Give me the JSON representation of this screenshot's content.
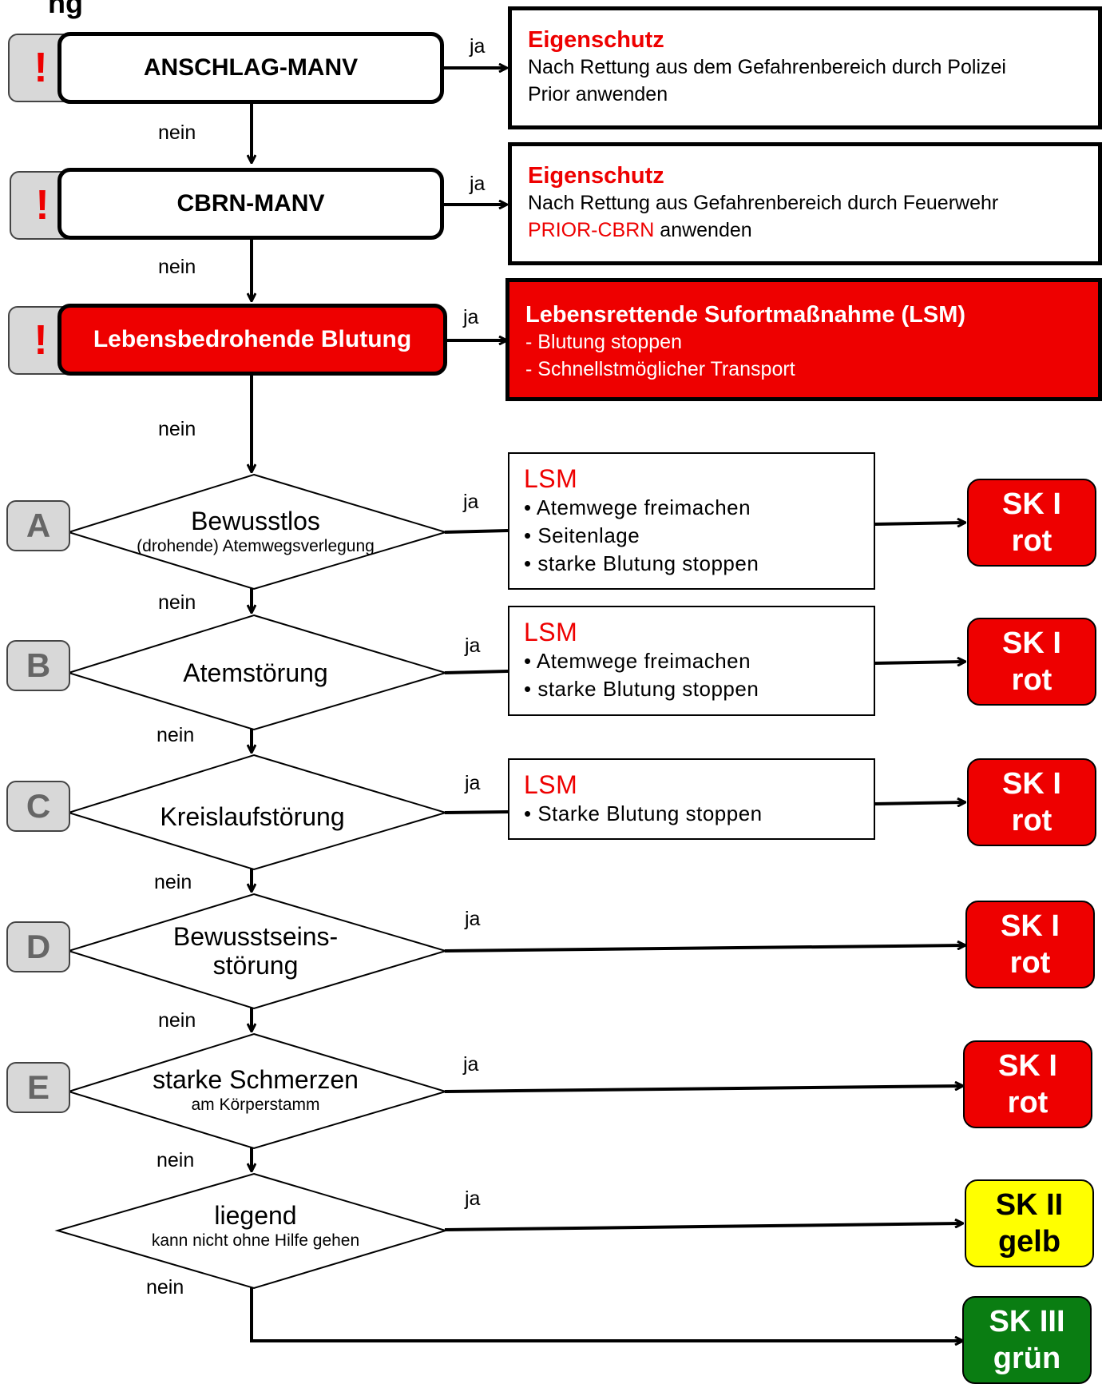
{
  "title": "ng",
  "hazards": [
    {
      "badge": "!",
      "label": "ANSCHLAG-MANV",
      "yes": "ja",
      "no": "nein",
      "info": {
        "title": "Eigenschutz",
        "line1": "Nach Rettung aus dem Gefahrenbereich durch Polizei",
        "line2": "Prior anwenden"
      }
    },
    {
      "badge": "!",
      "label": "CBRN-MANV",
      "yes": "ja",
      "no": "nein",
      "info": {
        "title": "Eigenschutz",
        "line1": "Nach Rettung aus Gefahrenbereich durch Feuerwehr",
        "line2_red": "PRIOR-CBRN",
        "line2_rest": " anwenden"
      }
    },
    {
      "badge": "!",
      "label": "Lebensbedrohende Blutung",
      "yes": "ja",
      "no": "nein",
      "info": {
        "title": "Lebensrettende Sufortmaßnahme (LSM)",
        "line1": "- Blutung stoppen",
        "line2": "- Schnellstmöglicher Transport"
      }
    }
  ],
  "steps": [
    {
      "letter": "A",
      "question": "Bewusstlos",
      "sub": "(drohende) Atemwegsverlegung",
      "yes": "ja",
      "no": "nein",
      "measures": {
        "title": "LSM",
        "items": [
          "• Atemwege freimachen",
          "• Seitenlage",
          "• starke Blutung stoppen"
        ]
      },
      "result": {
        "line1": "SK I",
        "line2": "rot"
      }
    },
    {
      "letter": "B",
      "question": "Atemstörung",
      "yes": "ja",
      "no": "nein",
      "measures": {
        "title": "LSM",
        "items": [
          "• Atemwege freimachen",
          "• starke Blutung stoppen"
        ]
      },
      "result": {
        "line1": "SK I",
        "line2": "rot"
      }
    },
    {
      "letter": "C",
      "question": "Kreislaufstörung",
      "yes": "ja",
      "no": "nein",
      "measures": {
        "title": "LSM",
        "items": [
          "• Starke Blutung stoppen"
        ]
      },
      "result": {
        "line1": "SK I",
        "line2": "rot"
      }
    },
    {
      "letter": "D",
      "question_line1": "Bewusstseins-",
      "question_line2": "störung",
      "yes": "ja",
      "no": "nein",
      "result": {
        "line1": "SK I",
        "line2": "rot"
      }
    },
    {
      "letter": "E",
      "question": "starke Schmerzen",
      "sub": "am Körperstamm",
      "yes": "ja",
      "no": "nein",
      "result": {
        "line1": "SK I",
        "line2": "rot"
      }
    },
    {
      "question": "liegend",
      "sub": "kann nicht ohne Hilfe gehen",
      "yes": "ja",
      "no": "nein",
      "result": {
        "line1": "SK II",
        "line2": "gelb"
      }
    }
  ],
  "final_result": {
    "line1": "SK III",
    "line2": "grün"
  },
  "colors": {
    "red": "#ee0000",
    "yellow": "#ffff00",
    "green": "#0a7d12",
    "badge_gray": "#d8d8d8",
    "letter_gray": "#666666"
  }
}
